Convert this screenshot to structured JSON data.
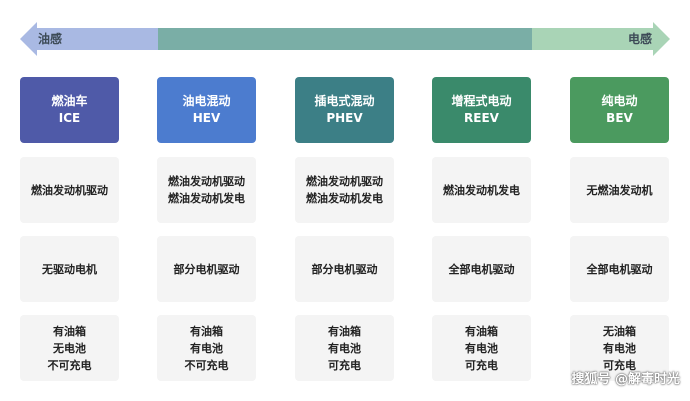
{
  "arrow": {
    "left_label": "油感",
    "right_label": "电感",
    "colors": {
      "left": "#a9b9e3",
      "mid": "#7aaea6",
      "right": "#a9d4b6"
    }
  },
  "columns": [
    {
      "name": "燃油车",
      "abbr": "ICE",
      "color": "#4f5aa8",
      "rows": [
        [
          "燃油发动机驱动"
        ],
        [
          "无驱动电机"
        ],
        [
          "有油箱",
          "无电池",
          "不可充电"
        ]
      ]
    },
    {
      "name": "油电混动",
      "abbr": "HEV",
      "color": "#4c7ccf",
      "rows": [
        [
          "燃油发动机驱动",
          "燃油发动机发电"
        ],
        [
          "部分电机驱动"
        ],
        [
          "有油箱",
          "有电池",
          "不可充电"
        ]
      ]
    },
    {
      "name": "插电式混动",
      "abbr": "PHEV",
      "color": "#3c7f86",
      "rows": [
        [
          "燃油发动机驱动",
          "燃油发动机发电"
        ],
        [
          "部分电机驱动"
        ],
        [
          "有油箱",
          "有电池",
          "可充电"
        ]
      ]
    },
    {
      "name": "增程式电动",
      "abbr": "REEV",
      "color": "#3a8a6b",
      "rows": [
        [
          "燃油发动机发电"
        ],
        [
          "全部电机驱动"
        ],
        [
          "有油箱",
          "有电池",
          "可充电"
        ]
      ]
    },
    {
      "name": "纯电动",
      "abbr": "BEV",
      "color": "#4b9a5f",
      "rows": [
        [
          "无燃油发动机"
        ],
        [
          "全部电机驱动"
        ],
        [
          "无油箱",
          "有电池",
          "可充电"
        ]
      ]
    }
  ],
  "watermark": "搜狐号 @解毒时光"
}
